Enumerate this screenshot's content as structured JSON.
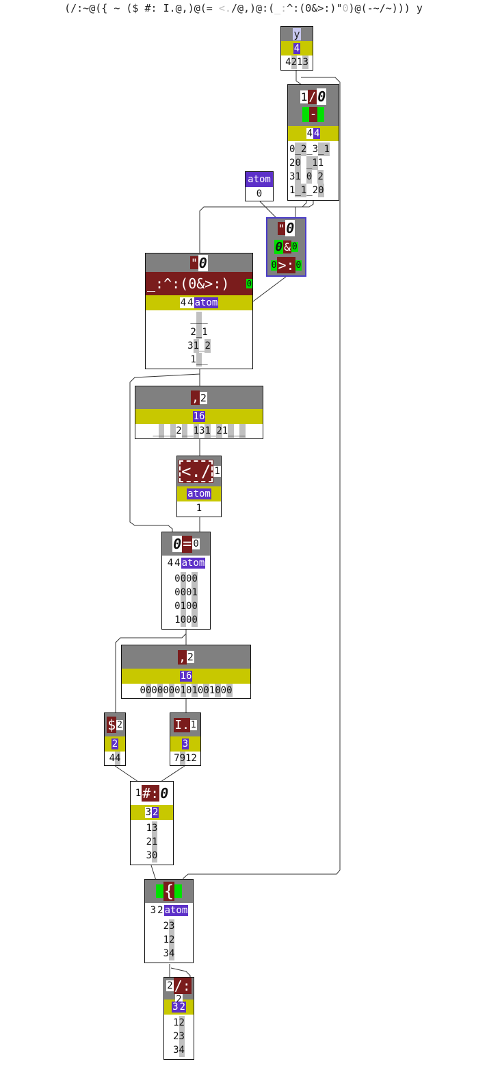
{
  "expression": {
    "parts": [
      {
        "text": "(/:~@({ ~ ($ #: I.@,)@(= ",
        "dim": false
      },
      {
        "text": "<.",
        "dim": true
      },
      {
        "text": "/@,)@:(",
        "dim": false
      },
      {
        "text": "_:",
        "dim": true
      },
      {
        "text": "^:(0&>:)\"",
        "dim": false
      },
      {
        "text": "0",
        "dim": true
      },
      {
        "text": ")@(-~/~))) y",
        "dim": false
      }
    ]
  },
  "nodes": {
    "y": {
      "name": "y",
      "shape": "4",
      "rows": [
        [
          "4",
          "2",
          "1",
          "3"
        ]
      ]
    },
    "table": {
      "verb": "1",
      "verb_glyph": "/",
      "verb_rank": "0",
      "inner": "-",
      "shape": [
        "4",
        "4"
      ],
      "rows": [
        [
          "0",
          "_2",
          "_3",
          "_1"
        ],
        [
          "2",
          "0",
          "",
          "_1",
          "1"
        ],
        [
          "3",
          "1",
          "",
          "0",
          "",
          "2"
        ],
        [
          "1",
          "_1",
          "_2",
          "0"
        ]
      ]
    },
    "atom_zero": {
      "shape": "atom",
      "rows": [
        [
          "0"
        ]
      ]
    },
    "conj_box": {
      "top_quote": "\"",
      "top_rank": "0",
      "mid_left": "0",
      "mid_amp": "&",
      "mid_right": "0",
      "bot_left": "0",
      "bot_verb": ">:",
      "bot_right": "0"
    },
    "power": {
      "quote": "\"",
      "rank": "0",
      "label": "_:^:(0&>:)",
      "label_rank": "0",
      "shape": [
        "4",
        "4"
      ],
      "shape_atom": "atom",
      "rows": [
        [
          "_",
          "_",
          "_"
        ],
        [
          "2",
          "_",
          "1"
        ],
        [
          "3",
          "1",
          "_",
          "2"
        ],
        [
          "1",
          "_",
          "_"
        ]
      ]
    },
    "ravel1": {
      "verb": ",",
      "rank": "2",
      "shape": "16",
      "row": [
        "_",
        "_",
        "_",
        "_",
        "2",
        "_",
        "_",
        "1",
        "3",
        "1",
        "_",
        "2",
        "1",
        "_",
        "_",
        "_"
      ]
    },
    "insert_min": {
      "label": "<./",
      "rank": "1",
      "shape": "atom",
      "rows": [
        [
          "1"
        ]
      ]
    },
    "equal": {
      "rank_left": "0",
      "verb": "=",
      "rank_right": "0",
      "shape": [
        "4",
        "4"
      ],
      "shape_atom": "atom",
      "rows": [
        [
          "0",
          "0",
          "0",
          "0"
        ],
        [
          "0",
          "0",
          "0",
          "1"
        ],
        [
          "0",
          "1",
          "0",
          "0"
        ],
        [
          "1",
          "0",
          "0",
          "0"
        ]
      ]
    },
    "ravel2": {
      "verb": ",",
      "rank": "2",
      "shape": "16",
      "row": [
        "0",
        "0",
        "0",
        "0",
        "0",
        "0",
        "0",
        "1",
        "0",
        "1",
        "0",
        "0",
        "1",
        "0",
        "0",
        "0"
      ]
    },
    "shape_of": {
      "verb": "$",
      "rank": "2",
      "shape": "2",
      "row": [
        "4",
        "4"
      ]
    },
    "indices": {
      "verb": "I.",
      "rank": "1",
      "shape": "3",
      "row": [
        "7",
        "9",
        "12"
      ]
    },
    "antibase": {
      "rank_left": "1",
      "verb": "#:",
      "rank_right": "0",
      "shape": [
        "3",
        "2"
      ],
      "rows": [
        [
          "1",
          "3"
        ],
        [
          "2",
          "1"
        ],
        [
          "3",
          "0"
        ]
      ]
    },
    "from": {
      "verb": "{",
      "shape": [
        "3",
        "2"
      ],
      "shape_atom": "atom",
      "rows": [
        [
          "2",
          "3"
        ],
        [
          "1",
          "2"
        ],
        [
          "3",
          "4"
        ]
      ]
    },
    "sort": {
      "rank_left": "2",
      "verb": "/:",
      "rank_right": "2",
      "shape": [
        "3",
        "2"
      ],
      "rows": [
        [
          "1",
          "2"
        ],
        [
          "2",
          "3"
        ],
        [
          "3",
          "4"
        ]
      ]
    }
  }
}
